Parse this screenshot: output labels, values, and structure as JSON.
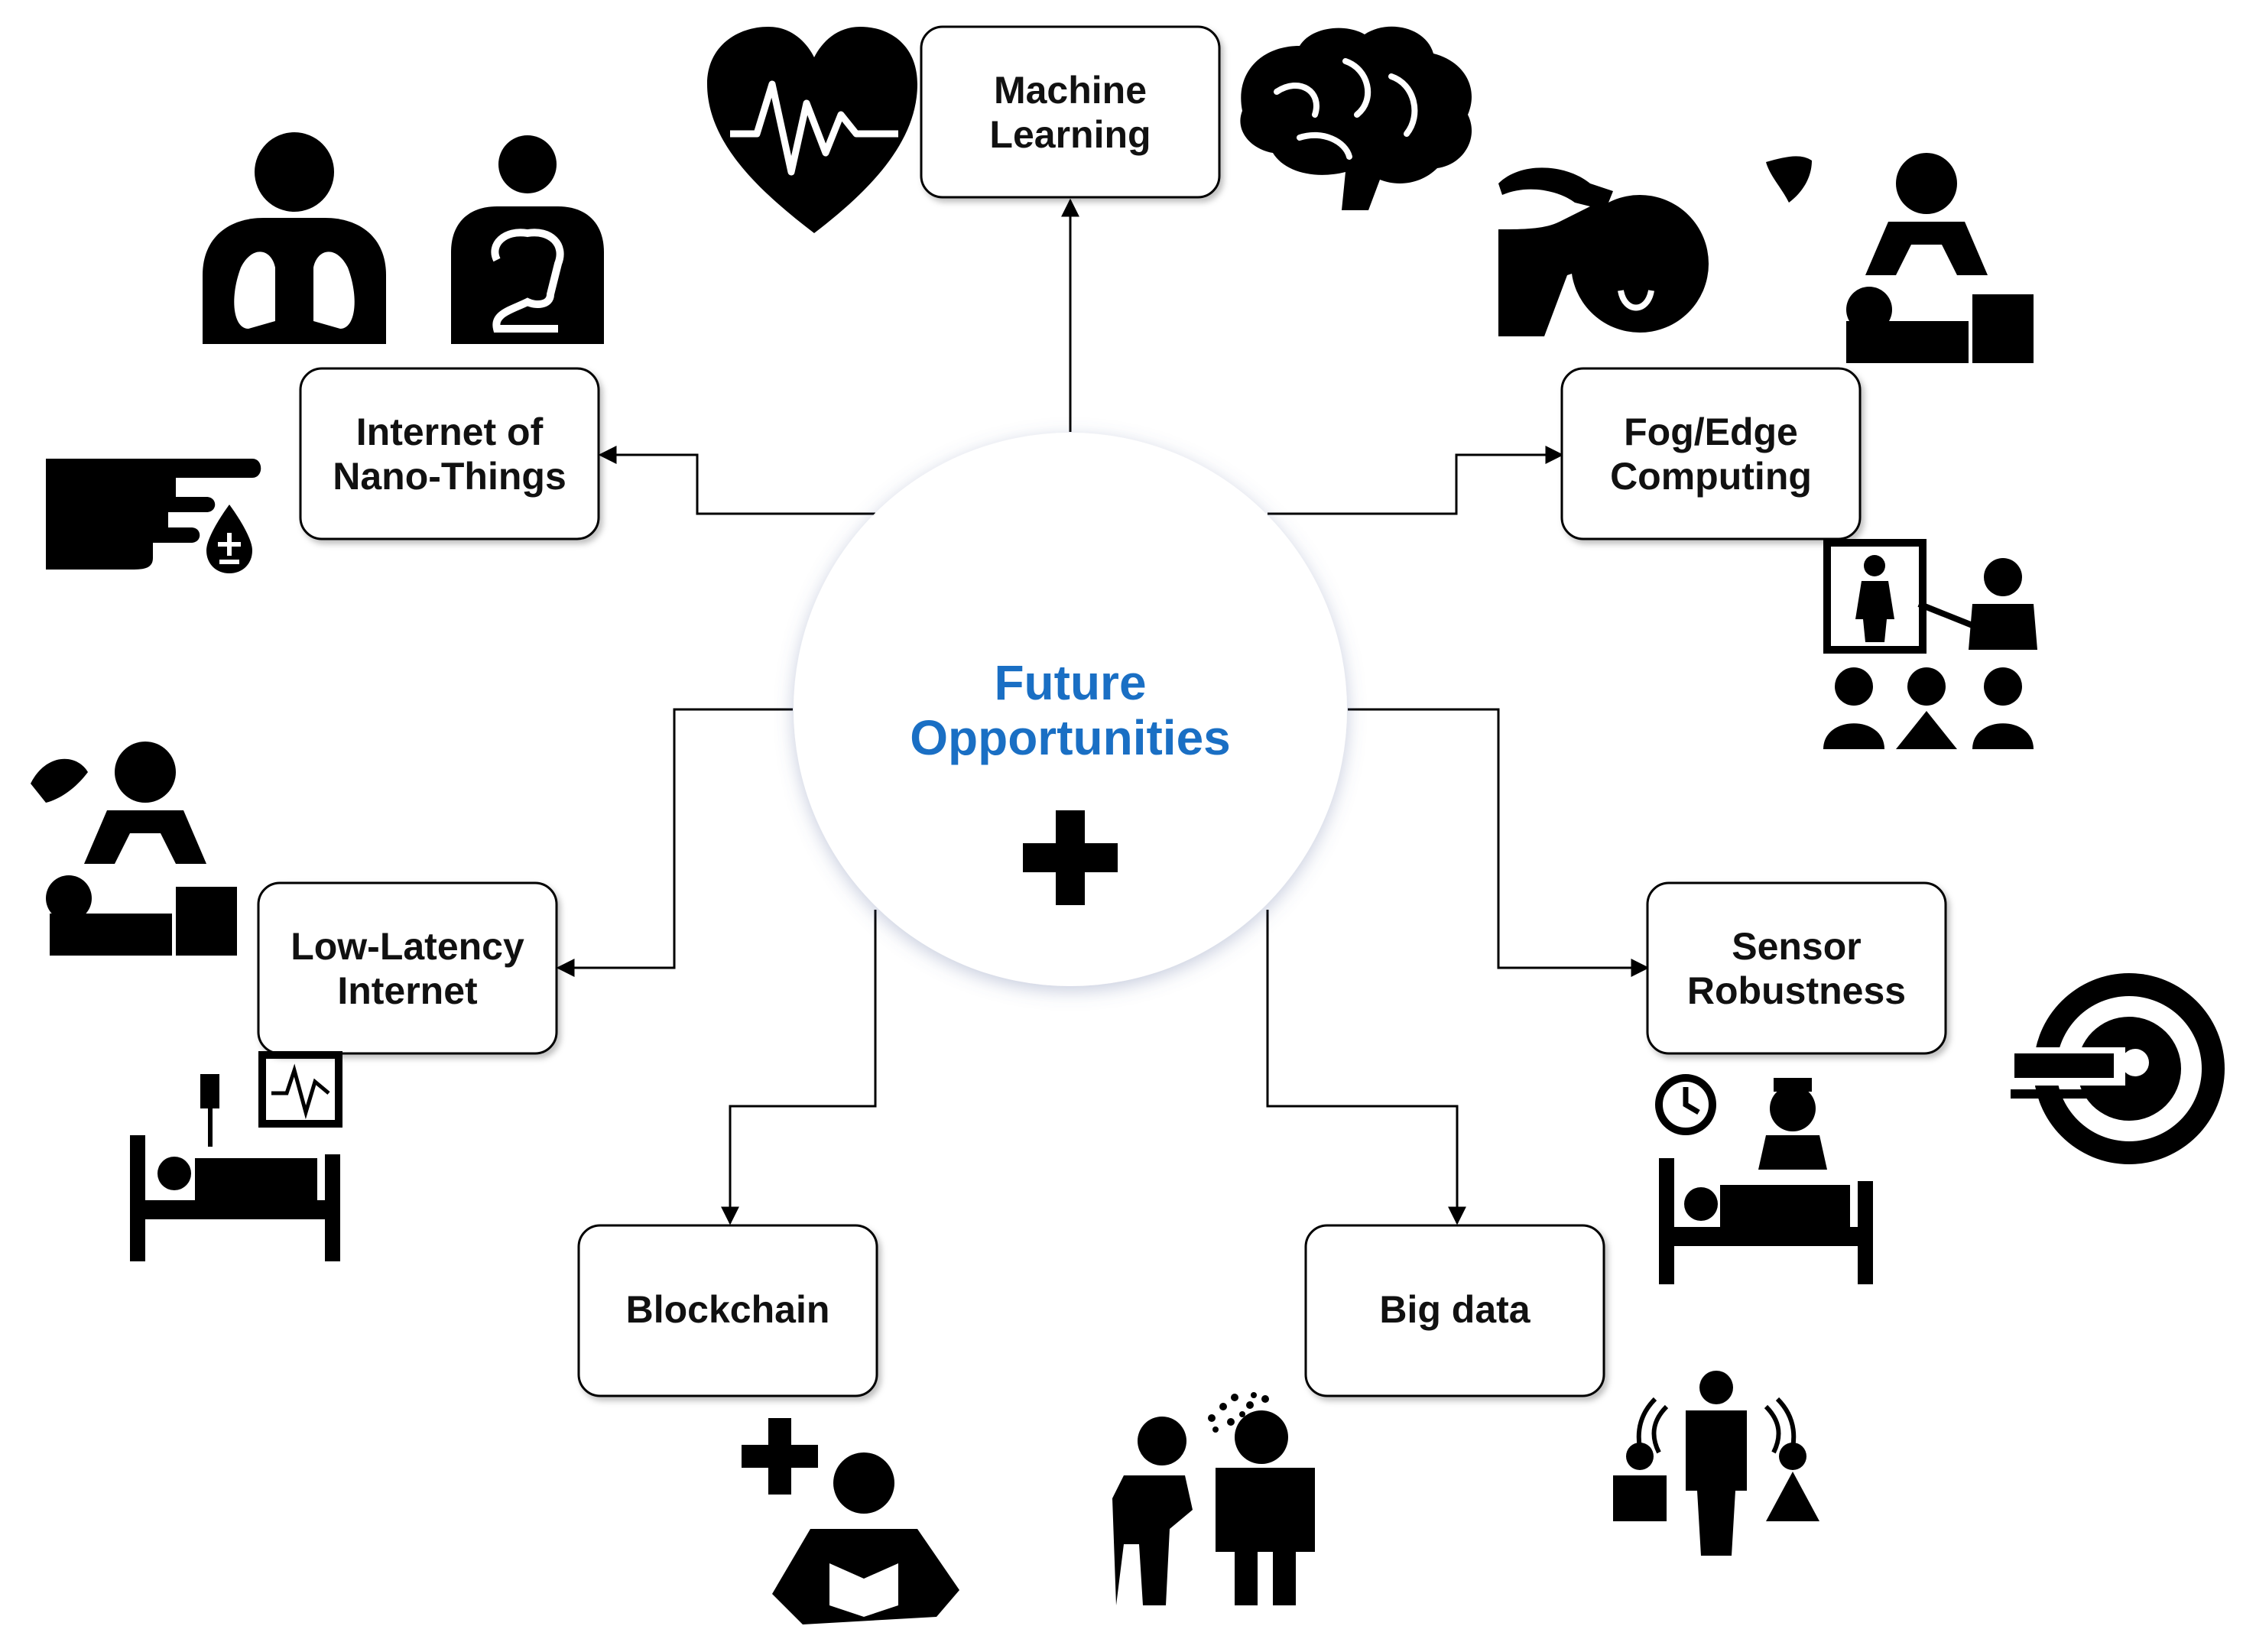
{
  "hub": {
    "title_line1": "Future",
    "title_line2": "Opportunities",
    "title_color": "#1a6fc4",
    "icon": "medical-cross-icon"
  },
  "nodes": {
    "machine_learning": {
      "line1": "Machine",
      "line2": "Learning"
    },
    "iont": {
      "line1": "Internet of",
      "line2": "Nano-Things"
    },
    "fog_edge": {
      "line1": "Fog/Edge",
      "line2": "Computing"
    },
    "low_latency": {
      "line1": "Low-Latency",
      "line2": "Internet"
    },
    "sensor": {
      "line1": "Sensor",
      "line2": "Robustness"
    },
    "blockchain": {
      "line1": "Blockchain"
    },
    "big_data": {
      "line1": "Big data"
    }
  },
  "icons": [
    "heartbeat-icon",
    "brain-icon",
    "lungs-patient-icon",
    "digestive-system-icon",
    "finger-blood-drop-icon",
    "ultrasound-probe-icon",
    "surgeon-operating-icon",
    "doctor-presentation-icon",
    "surgeon-operating-icon",
    "hospital-bed-monitor-icon",
    "mri-scanner-icon",
    "nurse-patient-bed-icon",
    "doctor-reading-icon",
    "sneeze-spread-icon",
    "family-doctor-icon"
  ],
  "colors": {
    "stroke": "#000000",
    "icon_fill": "#000000",
    "box_fill": "#ffffff"
  }
}
